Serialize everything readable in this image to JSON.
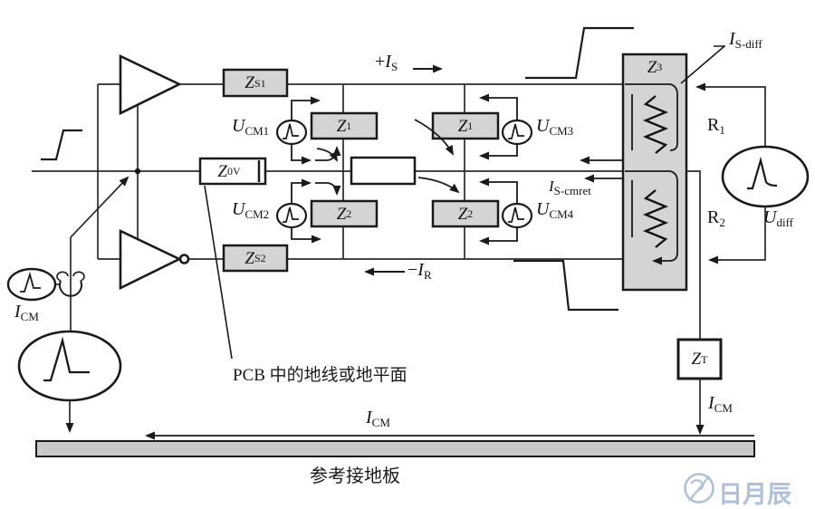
{
  "colors": {
    "box_fill": "#d4d4d4",
    "ground_fill": "#c9c9c9",
    "line": "#2b2b2b",
    "wm": "#aec1dc"
  },
  "labels": {
    "zs1": {
      "main": "Z",
      "sub": "S1"
    },
    "zs2": {
      "main": "Z",
      "sub": "S2"
    },
    "z0v": {
      "main": "Z",
      "sub": "0V"
    },
    "z1_left": {
      "main": "Z",
      "sub": "1"
    },
    "z2_left": {
      "main": "Z",
      "sub": "2"
    },
    "z1_right": {
      "main": "Z",
      "sub": "1"
    },
    "z2_right": {
      "main": "Z",
      "sub": "2"
    },
    "z3": {
      "main": "Z",
      "sub": "3"
    },
    "zt": {
      "main": "Z",
      "sub": "T"
    },
    "ucm1": {
      "main": "U",
      "sub": "CM1"
    },
    "ucm2": {
      "main": "U",
      "sub": "CM2"
    },
    "ucm3": {
      "main": "U",
      "sub": "CM3"
    },
    "ucm4": {
      "main": "U",
      "sub": "CM4"
    },
    "is_plus": {
      "pre": "+",
      "main": "I",
      "sub": "S"
    },
    "ir_minus": {
      "pre": "−",
      "main": "I",
      "sub": "R"
    },
    "is_diff": {
      "main": "I",
      "sub": "S-diff"
    },
    "is_cmret": {
      "main": "I",
      "sub": "S-cmret"
    },
    "r1": {
      "main": "R",
      "sub": "1"
    },
    "r2": {
      "main": "R",
      "sub": "2"
    },
    "udiff": {
      "main": "U",
      "sub": "diff"
    },
    "icm_left": {
      "main": "I",
      "sub": "CM"
    },
    "icm_right": {
      "main": "I",
      "sub": "CM"
    },
    "icm_ground": {
      "main": "I",
      "sub": "CM"
    }
  },
  "annotations": {
    "pcb_note": "PCB 中的地线或地平面",
    "ground_label": "参考接地板"
  },
  "watermark": {
    "brand": "日月辰"
  }
}
